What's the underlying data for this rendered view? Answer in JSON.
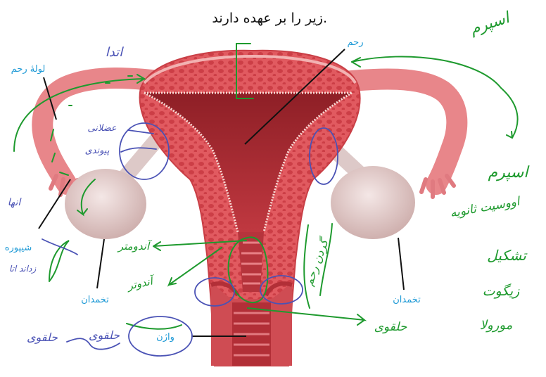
{
  "caption": "زیر را بر عهده دارند.",
  "labels": {
    "uterus": "رحم",
    "fallopian_tube": "لولهٔ رحم",
    "fimbriae": "شیپوره",
    "ovary_left": "تخمدان",
    "ovary_right": "تخمدان",
    "vagina": "واژن"
  },
  "handwritten": {
    "top_left": "اتدا",
    "left_a": "انها",
    "left_b": "زداند اتا",
    "muscular": "عضلانی",
    "connective": "پیوندی",
    "endometrium_a": "آندومتر",
    "endometrium_b": "آندوتر",
    "cervix": "گردن رحم",
    "ring_left": "حلقوی",
    "ring_left_2": "حلقوی",
    "ring_right": "حلقوی",
    "top_right": "اسپرم",
    "right_1": "اسپرم",
    "right_2": "اووسیت ثانویه",
    "right_3": "تشکیل",
    "right_4": "زیگوت",
    "right_5": "مورولا"
  },
  "colors": {
    "label_blue": "#1f9ad6",
    "ink_green": "#1e9a2e",
    "ink_blue": "#4a52b5",
    "tissue": "#d9535a"
  }
}
